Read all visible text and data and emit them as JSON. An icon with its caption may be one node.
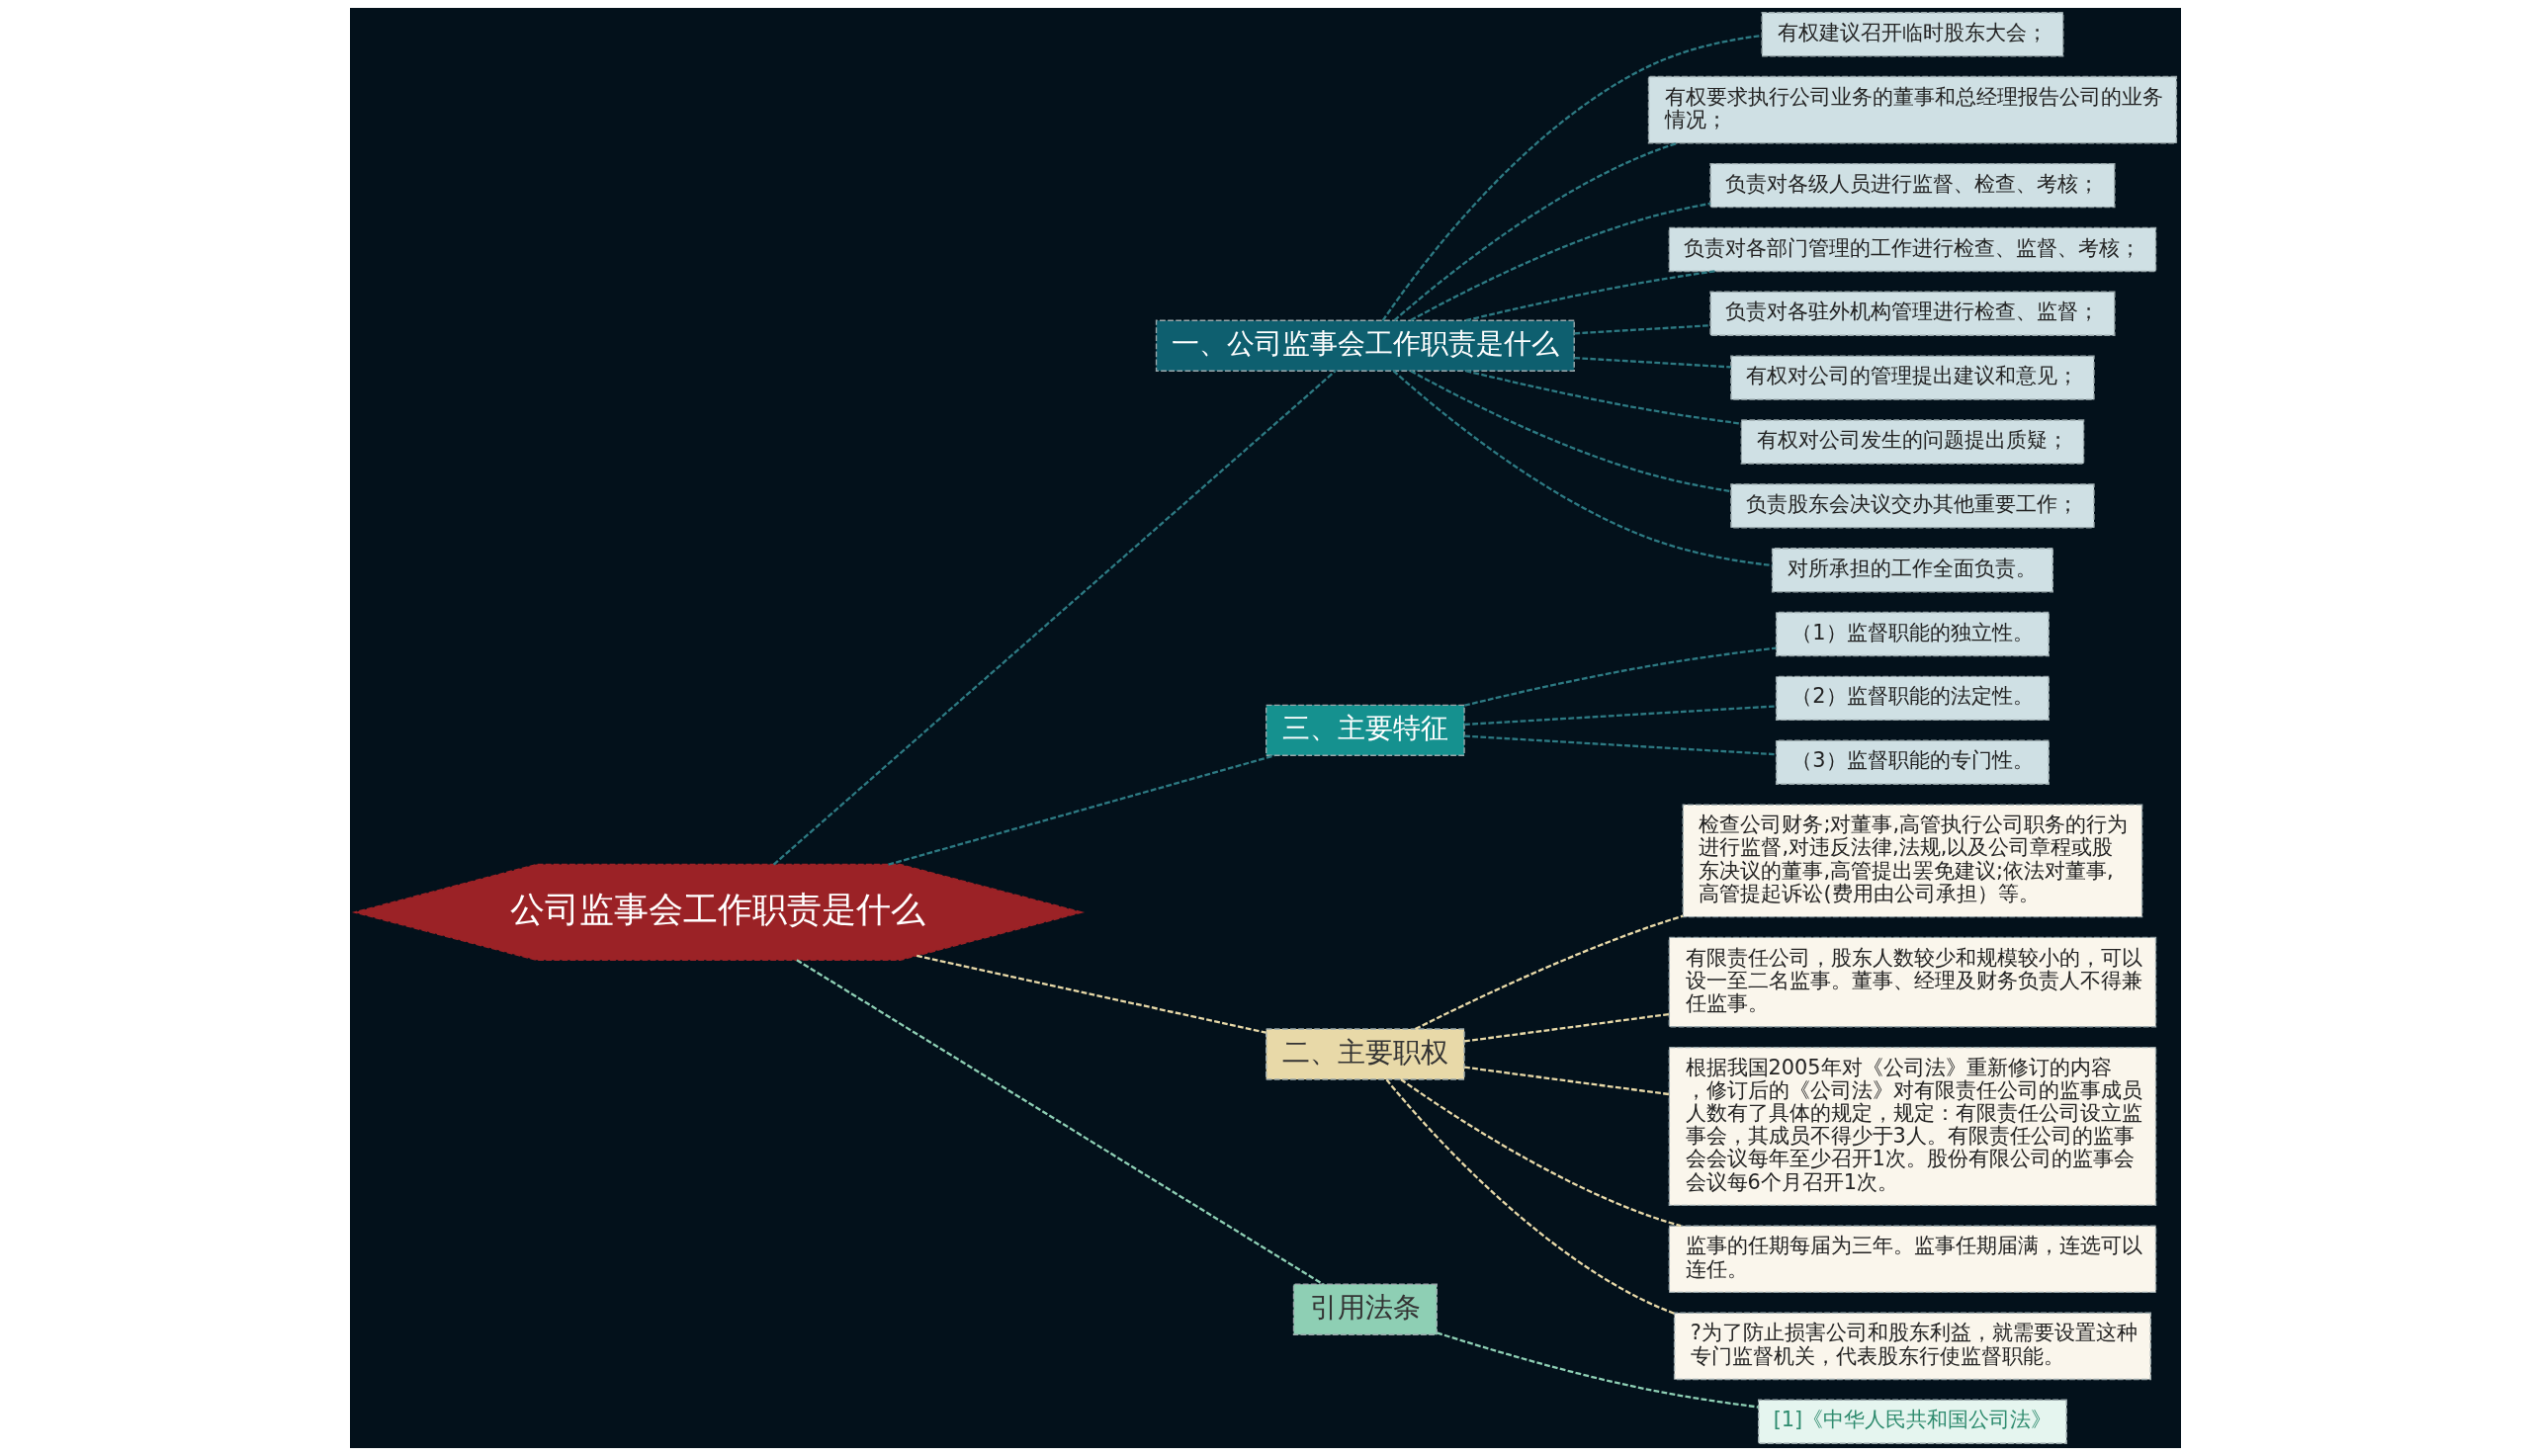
{
  "diagram": {
    "nodes": [
      {
        "text": [
          "公司监事会工作职责是什么"
        ]
      },
      {
        "text": [
          "一、公司监事会工作职责是什么"
        ]
      },
      {
        "text": [
          "有权建议召开临时股东大会；"
        ]
      },
      {
        "text": [
          "有权要求执行公司业务的董事和总经理报告公司的业务情况；"
        ]
      },
      {
        "text": [
          "负责对各级人员进行监督、检查、考核；"
        ]
      },
      {
        "text": [
          "负责对各部门管理的工作进行检查、监督、考核；"
        ]
      },
      {
        "text": [
          "负责对各驻外机构管理进行检查、监督；"
        ]
      },
      {
        "text": [
          "有权对公司的管理提出建议和意见；"
        ]
      },
      {
        "text": [
          "有权对公司发生的问题提出质疑；"
        ]
      },
      {
        "text": [
          "负责股东会决议交办其他重要工作；"
        ]
      },
      {
        "text": [
          "对所承担的工作全面负责。"
        ]
      },
      {
        "text": [
          "三、主要特征"
        ]
      },
      {
        "text": [
          "（1）监督职能的独立性。"
        ]
      },
      {
        "text": [
          "（2）监督职能的法定性。"
        ]
      },
      {
        "text": [
          "（3）监督职能的专门性。"
        ]
      },
      {
        "text": [
          "二、主要职权"
        ]
      },
      {
        "text": [
          "检查公司财务;对董事,高管执行公司职务的行为进行监督,对违反法律,法规,以及公司章程或股东决议的董事,高管提出罢免建议;依法对董事,高管提起诉讼(费用由公司承担）等。"
        ]
      },
      {
        "text": [
          "有限责任公司，股东人数较少和规模较小的，可以设一至二名监事。董事、经理及财务负责人不得兼任监事。"
        ]
      },
      {
        "text": [
          "根据我国2005年对《公司法》重新修订的内容，修订后的《公司法》对有限责任公司的监事成员人数有了具体的规定，规定：有限责任公司设立监事会，其成员不得少于3人。有限责任公司的监事会会议每年至少召开1次。股份有限公司的监事会会议每6个月召开1次。"
        ]
      },
      {
        "text": [
          "监事的任期每届为三年。监事任期届满，连选可以连任。"
        ]
      },
      {
        "text": [
          "?为了防止损害公司和股东利益，就需要设置这种专门监督机关，代表股东行使监督职能。"
        ]
      },
      {
        "text": [
          "引用法条"
        ]
      },
      {
        "text": [
          "[1]《中华人民共和国公司法》"
        ]
      }
    ],
    "edges": [
      {
        "from": 0,
        "to": 1,
        "arrow": "none",
        "style": "dashed"
      },
      {
        "from": 1,
        "to": 2,
        "arrow": "none",
        "style": "dashed"
      },
      {
        "from": 1,
        "to": 3,
        "arrow": "none",
        "style": "dashed"
      },
      {
        "from": 1,
        "to": 4,
        "arrow": "none",
        "style": "dashed"
      },
      {
        "from": 1,
        "to": 5,
        "arrow": "none",
        "style": "dashed"
      },
      {
        "from": 1,
        "to": 6,
        "arrow": "none",
        "style": "dashed"
      },
      {
        "from": 1,
        "to": 7,
        "arrow": "none",
        "style": "dashed"
      },
      {
        "from": 1,
        "to": 8,
        "arrow": "none",
        "style": "dashed"
      },
      {
        "from": 1,
        "to": 9,
        "arrow": "none",
        "style": "dashed"
      },
      {
        "from": 1,
        "to": 10,
        "arrow": "none",
        "style": "dashed"
      },
      {
        "from": 0,
        "to": 11,
        "arrow": "none",
        "style": "dashed"
      },
      {
        "from": 11,
        "to": 12,
        "arrow": "none",
        "style": "dashed"
      },
      {
        "from": 11,
        "to": 13,
        "arrow": "none",
        "style": "dashed"
      },
      {
        "from": 11,
        "to": 14,
        "arrow": "none",
        "style": "dashed"
      },
      {
        "from": 0,
        "to": 15,
        "arrow": "none",
        "style": "dashed",
        "color": "#e8d9a8"
      },
      {
        "from": 15,
        "to": 16,
        "arrow": "none",
        "style": "dashed",
        "color": "#e8d9a8"
      },
      {
        "from": 15,
        "to": 17,
        "arrow": "none",
        "style": "dashed",
        "color": "#e8d9a8"
      },
      {
        "from": 15,
        "to": 18,
        "arrow": "none",
        "style": "dashed",
        "color": "#e8d9a8"
      },
      {
        "from": 15,
        "to": 19,
        "arrow": "none",
        "style": "dashed",
        "color": "#e8d9a8"
      },
      {
        "from": 15,
        "to": 20,
        "arrow": "none",
        "style": "dashed",
        "color": "#e8d9a8"
      },
      {
        "from": 0,
        "to": 21,
        "arrow": "none",
        "style": "dashed",
        "color": "#8ecfb4"
      },
      {
        "from": 21,
        "to": 22,
        "arrow": "none",
        "style": "dashed",
        "color": "#8ecfb4"
      }
    ]
  }
}
